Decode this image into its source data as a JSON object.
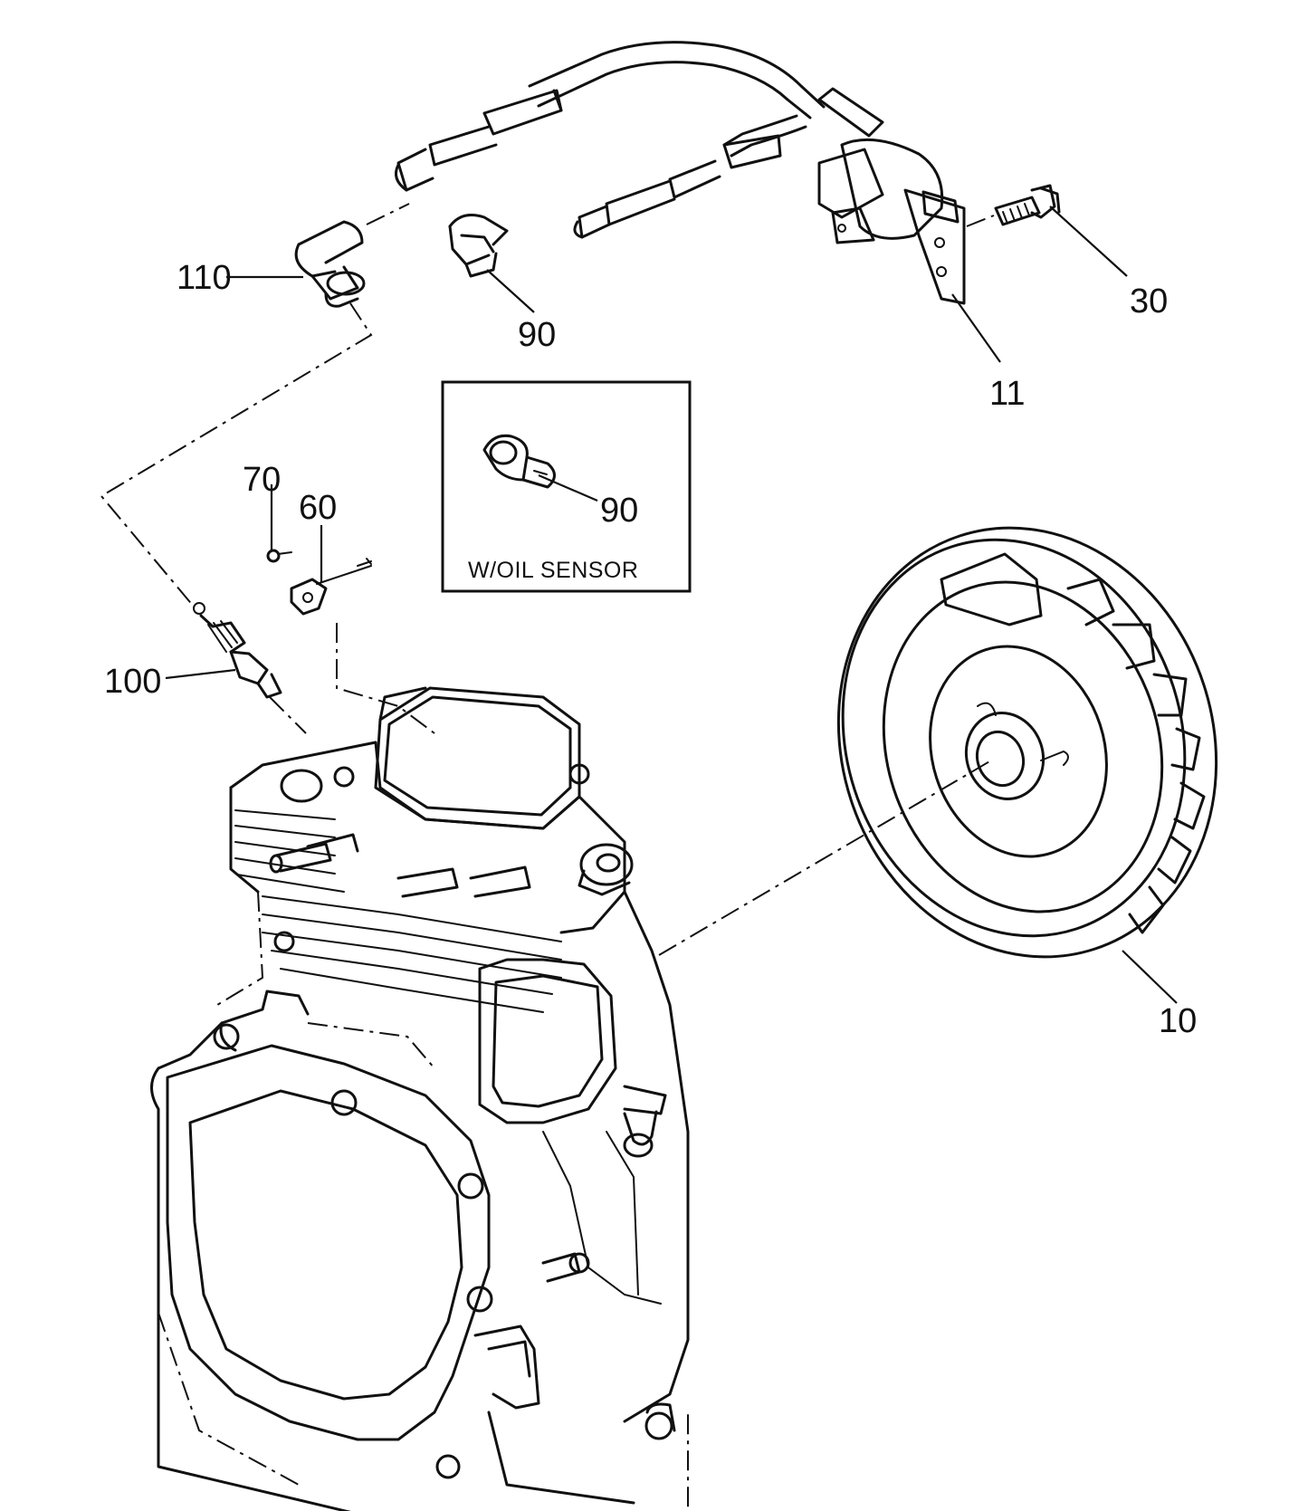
{
  "diagram": {
    "callouts": {
      "c110": "110",
      "c90_top": "90",
      "c30": "30",
      "c11": "11",
      "c70": "70",
      "c60": "60",
      "c90_inset": "90",
      "c100": "100",
      "c10": "10"
    },
    "inset_label": "W/OIL SENSOR"
  }
}
